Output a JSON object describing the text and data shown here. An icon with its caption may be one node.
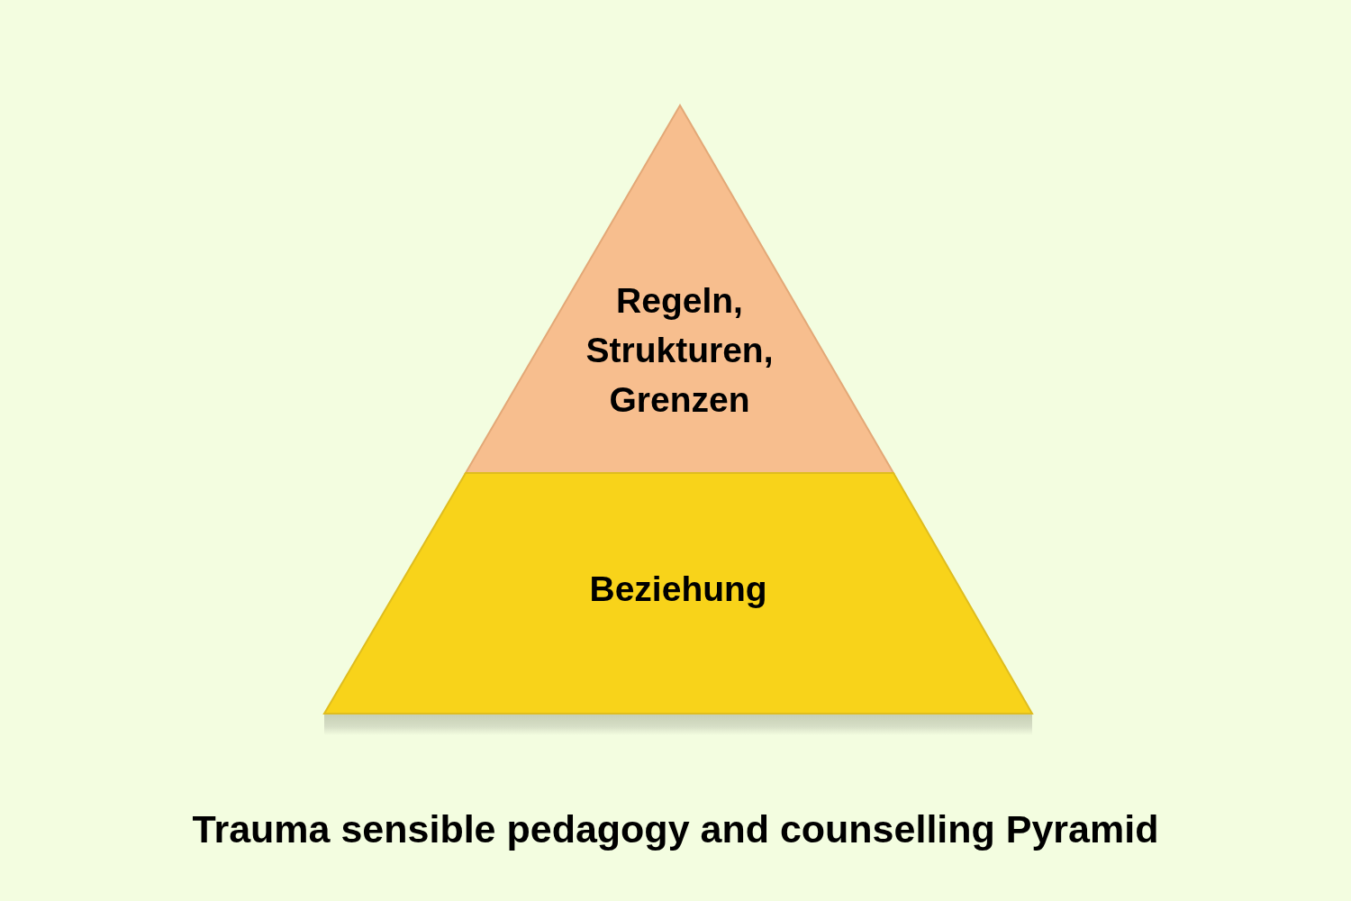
{
  "diagram": {
    "caption": "Trauma sensible pedagogy and counselling Pyramid",
    "nodes": [
      {
        "text": [
          "Regeln, Strukturen, Grenzen"
        ]
      },
      {
        "text": [
          "Beziehung"
        ]
      }
    ]
  }
}
